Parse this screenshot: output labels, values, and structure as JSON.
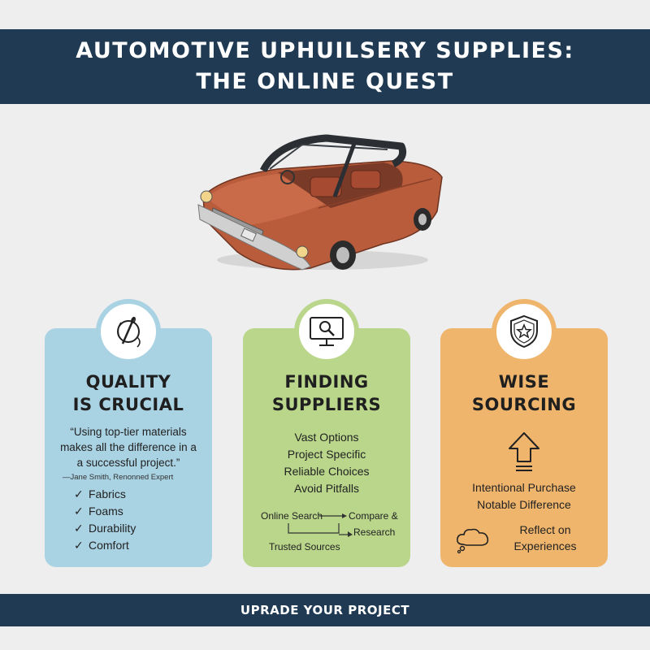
{
  "header": {
    "title_line1": "AUTOMOTIVE UPHUILSERY SUPPLIES:",
    "title_line2": "THE ONLINE QUEST"
  },
  "illustration": {
    "icon": "classic-red-convertible-car"
  },
  "cards": {
    "quality": {
      "icon": "needle-thread-icon",
      "title_line1": "QUALITY",
      "title_line2": "IS CRUCIAL",
      "quote": "“Using top-tier materials makes all the difference in a a successful project.”",
      "attribution": "—Jane Smith, Renonned Expert",
      "checklist": [
        "Fabrics",
        "Foams",
        "Durability",
        "Comfort"
      ],
      "color": "#a9d2e3"
    },
    "finding": {
      "icon": "monitor-search-icon",
      "title_line1": "FINDING",
      "title_line2": "SUPPLIERS",
      "options": [
        "Vast Options",
        "Project Specific",
        "Reliable Choices",
        "Avoid Pitfalls"
      ],
      "flow": {
        "step1": "Online Search",
        "step2_line1": "Compare &",
        "step2_line2": "Research",
        "step3": "Trusted Sources"
      },
      "color": "#b9d68b"
    },
    "wise": {
      "icon": "shield-star-icon",
      "title_line1": "WISE",
      "title_line2": "SOURCING",
      "arrow_icon": "up-arrow-icon",
      "purchase": [
        "Intentional Purchase",
        "Notable Difference"
      ],
      "reflect": [
        "Reflect on",
        "Experiences"
      ],
      "cloud_icon": "thought-cloud-icon",
      "color": "#efb56c"
    }
  },
  "footer": {
    "label": "UPRADE YOUR PROJECT"
  },
  "colors": {
    "navy": "#1f3a52",
    "background": "#eeeeee",
    "car_red": "#b85c3c"
  }
}
